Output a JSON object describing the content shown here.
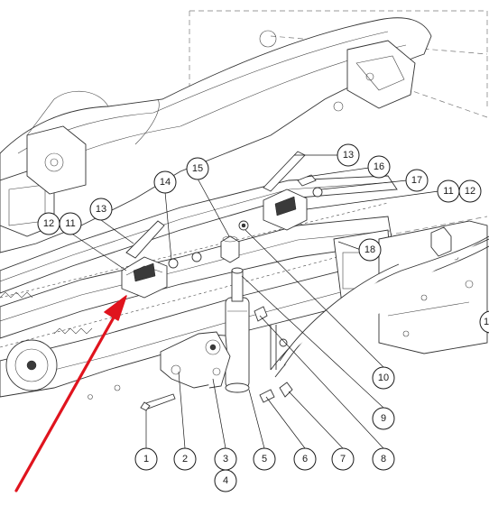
{
  "callouts": {
    "c1": "1",
    "c2": "2",
    "c3": "3",
    "c4": "4",
    "c5": "5",
    "c6": "6",
    "c7": "7",
    "c8": "8",
    "c9": "9",
    "c10": "10",
    "c11_left": "11",
    "c12_left": "12",
    "c13_left": "13",
    "c14": "14",
    "c15": "15",
    "c13_right": "13",
    "c16": "16",
    "c17": "17",
    "c11_right": "11",
    "c12_right": "12",
    "c18": "18",
    "c_partial": "1"
  },
  "colors": {
    "line": "#333333",
    "arrow": "#e0141e",
    "background": "#ffffff"
  }
}
